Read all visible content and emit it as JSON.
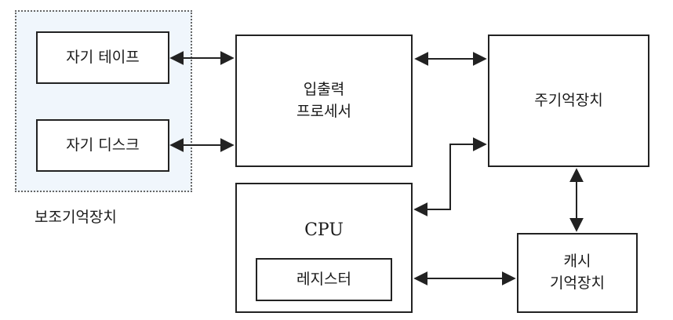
{
  "secondary_storage": {
    "caption": "보조기억장치",
    "magnetic_tape": "자기 테이프",
    "magnetic_disk": "자기 디스크"
  },
  "io_processor": "입출력\n프로세서",
  "main_memory": "주기억장치",
  "cpu": {
    "title": "CPU",
    "register": "레지스터"
  },
  "cache_memory": "캐시\n기억장치"
}
